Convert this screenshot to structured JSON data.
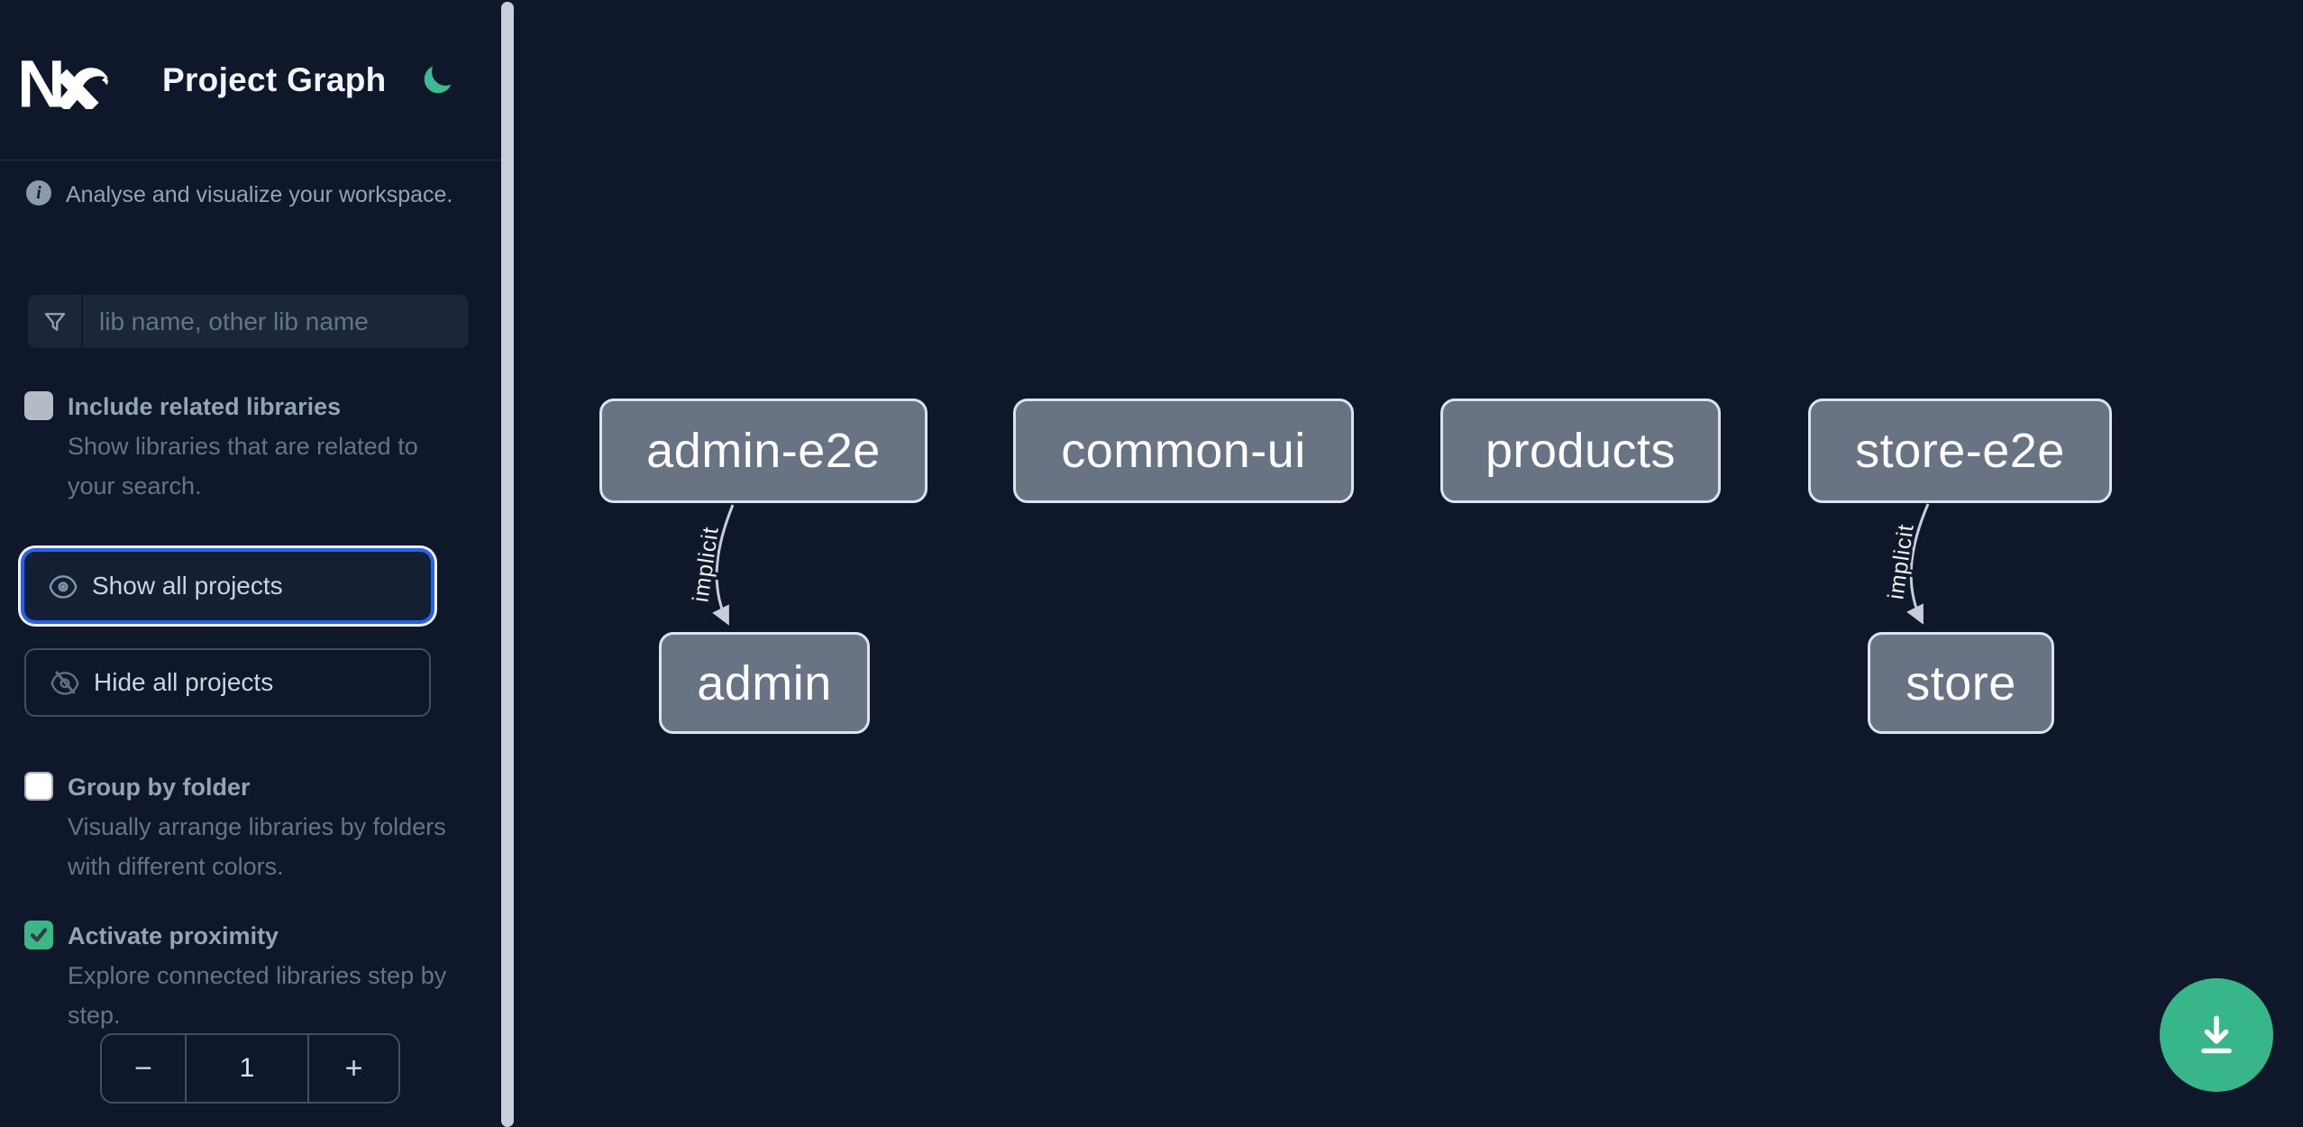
{
  "app": {
    "title": "Project Graph"
  },
  "sidebar": {
    "tagline": "Analyse and visualize your workspace.",
    "search": {
      "placeholder": "lib name, other lib name",
      "icon": "funnel-icon"
    },
    "options": [
      {
        "label": "Include related libraries",
        "description": "Show libraries that are related to your search.",
        "checked": false
      },
      {
        "label": "Group by folder",
        "description": "Visually arrange libraries by folders with different colors.",
        "checked": false
      },
      {
        "label": "Activate proximity",
        "description": "Explore connected libraries step by step.",
        "checked": true
      }
    ],
    "actions": [
      {
        "label": "Show all projects",
        "icon": "eye-icon",
        "focused": true
      },
      {
        "label": "Hide all projects",
        "icon": "eye-off-icon",
        "focused": false
      }
    ],
    "stepper": {
      "decrement": "−",
      "value": "1",
      "increment": "+"
    }
  },
  "graph": {
    "nodes": [
      {
        "label": "admin-e2e"
      },
      {
        "label": "common-ui"
      },
      {
        "label": "products"
      },
      {
        "label": "store-e2e"
      },
      {
        "label": "admin"
      },
      {
        "label": "store"
      }
    ],
    "edges": [
      {
        "from": "admin-e2e",
        "to": "admin",
        "label": "implicit"
      },
      {
        "from": "store-e2e",
        "to": "store",
        "label": "implicit"
      }
    ]
  },
  "fab": {
    "icon": "download-icon"
  },
  "colors": {
    "background": "#0f182a",
    "accent_green": "#3cbb92",
    "focus_ring_blue": "#2563eb",
    "node_fill": "#687383",
    "node_border": "#dde3ec",
    "scrollbar_thumb": "#c9cfd8"
  }
}
